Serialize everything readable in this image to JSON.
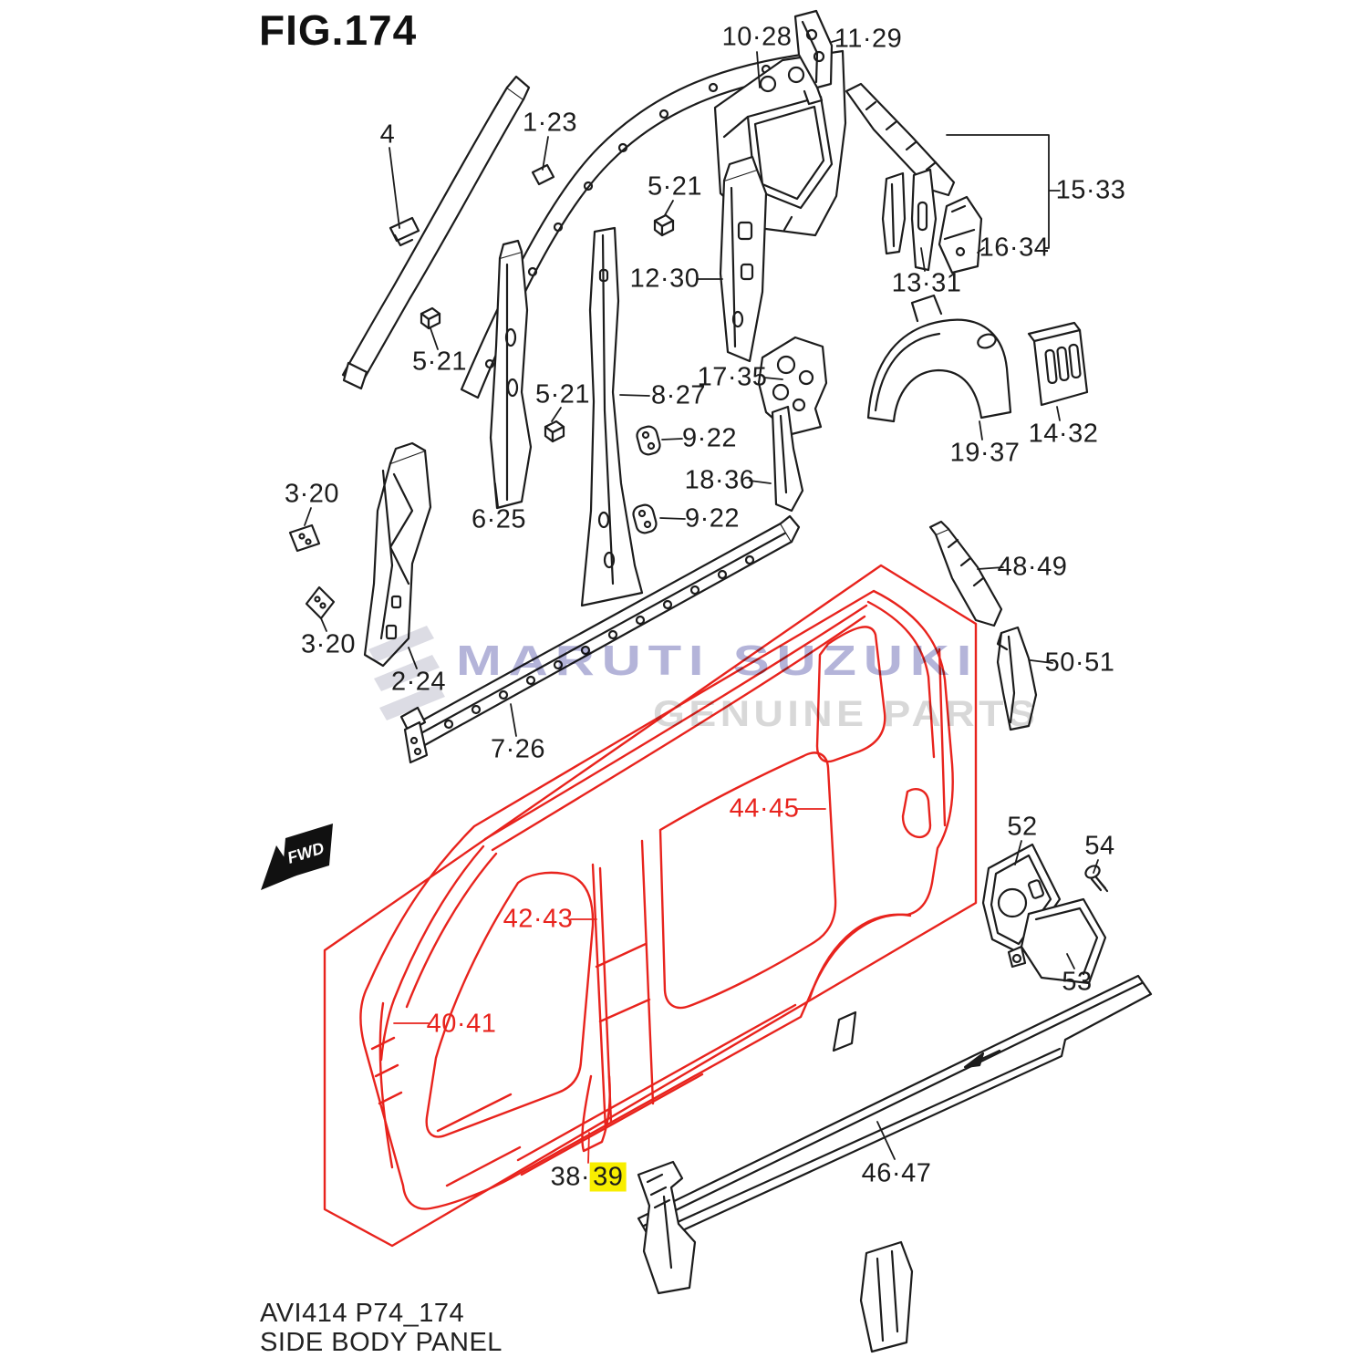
{
  "figure": {
    "title": "FIG.174",
    "code": "AVI414 P74_174",
    "name": "SIDE BODY PANEL"
  },
  "fwd_marker": {
    "label": "FWD"
  },
  "watermark": {
    "brand": "MARUTI SUZUKI",
    "tagline": "GENUINE PARTS",
    "logo": "suzuki-s-mark"
  },
  "colors": {
    "line": "#1c1c1c",
    "highlighted_assembly": "#e8231d",
    "selected_label_bg": "#f8ee00",
    "watermark_brand": "#b4b4d9",
    "watermark_tagline": "#d8d8d8"
  },
  "selected_callout": {
    "prefix": "38·",
    "highlight": "39"
  },
  "callouts": [
    {
      "text": "4"
    },
    {
      "text": "1·23"
    },
    {
      "text": "10·28"
    },
    {
      "text": "11·29"
    },
    {
      "text": "5·21"
    },
    {
      "text": "15·33"
    },
    {
      "text": "16·34"
    },
    {
      "text": "12·30"
    },
    {
      "text": "13·31"
    },
    {
      "text": "5·21"
    },
    {
      "text": "17·35"
    },
    {
      "text": "8·27"
    },
    {
      "text": "5·21"
    },
    {
      "text": "9·22"
    },
    {
      "text": "14·32"
    },
    {
      "text": "19·37"
    },
    {
      "text": "18·36"
    },
    {
      "text": "3·20"
    },
    {
      "text": "6·25"
    },
    {
      "text": "9·22"
    },
    {
      "text": "48·49"
    },
    {
      "text": "3·20"
    },
    {
      "text": "50·51"
    },
    {
      "text": "2·24"
    },
    {
      "text": "7·26"
    },
    {
      "text": "44·45",
      "red": true
    },
    {
      "text": "52"
    },
    {
      "text": "54"
    },
    {
      "text": "42·43",
      "red": true
    },
    {
      "text": "53"
    },
    {
      "text": "40·41",
      "red": true
    },
    {
      "text": "46·47"
    }
  ]
}
